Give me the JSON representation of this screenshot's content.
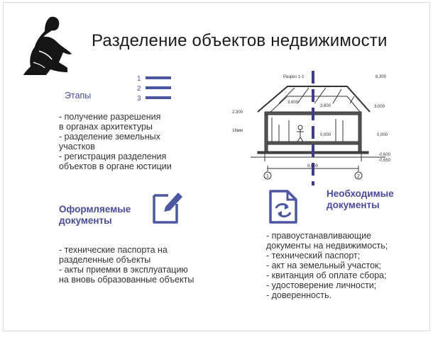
{
  "title": "Разделение объектов недвижимости",
  "stages": {
    "label": "Этапы",
    "icon_numbers": [
      "1",
      "2",
      "3"
    ],
    "items": "- получение разрешения\nв органах архитектуры\n- разделение земельных\nучастков\n- регистрация разделения\nобъектов в органе юстиции"
  },
  "drawing": {
    "section_label": "Разрез 1-1",
    "marks": [
      "6,300",
      "3,600",
      "3,600",
      "3,000",
      "2,300",
      "0,000",
      "0,000",
      "-0,600",
      "-0,650",
      "9,000"
    ],
    "axis_numbers": [
      "1",
      "2"
    ],
    "side_mark": "16мм"
  },
  "issued_docs": {
    "label": "Оформляемые\nдокументы",
    "items": "- технические паспорта на\nразделенные объекты\n- акты приемки в эксплуатацию\n  на вновь образованные объекты"
  },
  "required_docs": {
    "label": "Необходимые\nдокументы",
    "items": "- правоустанавливающие\nдокументы на недвижимость;\n- технический паспорт;\n- акт на земельный участок;\n- квитанция об оплате сбора;\n- удостоверение личности;\n- доверенность."
  },
  "colors": {
    "accent": "#4a4a9a",
    "icon": "#4b57a0",
    "dash": "#3c3f8f"
  }
}
